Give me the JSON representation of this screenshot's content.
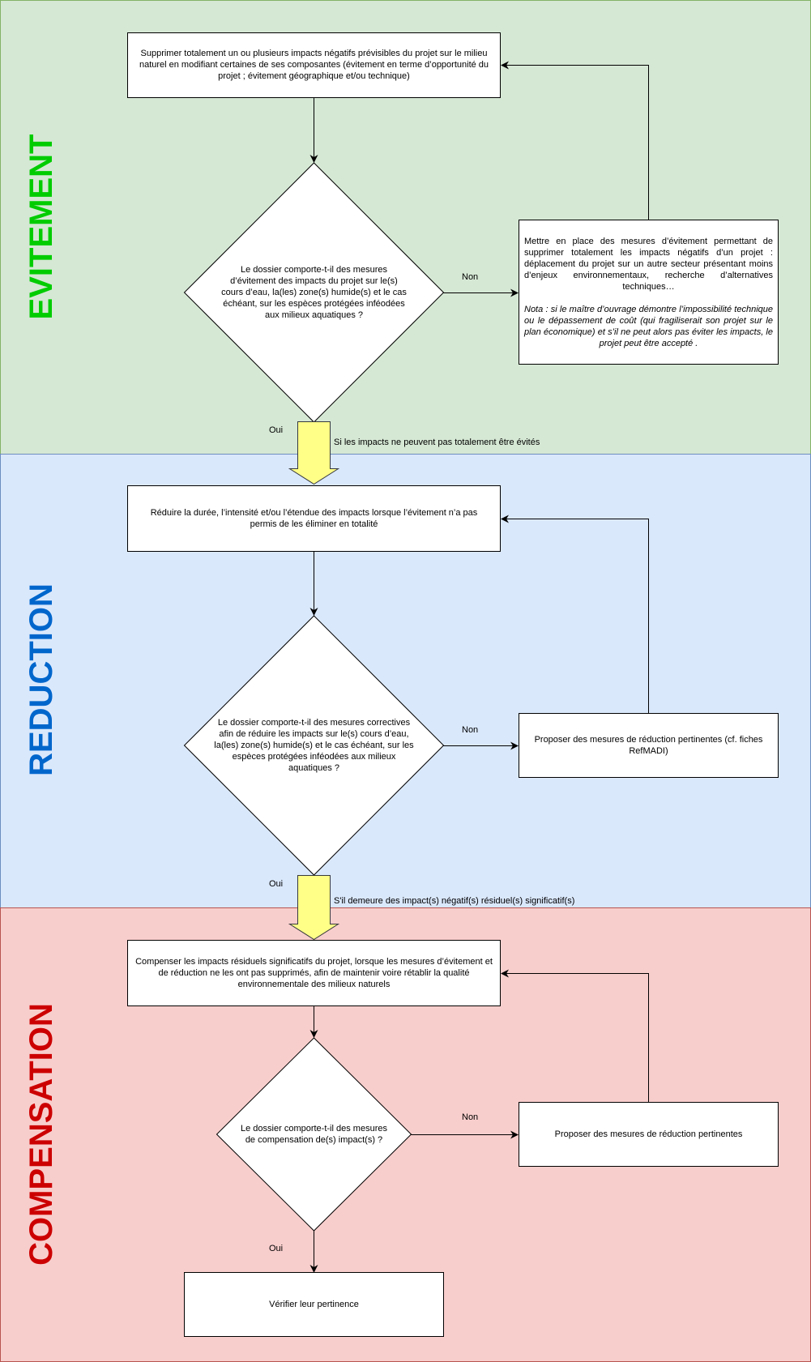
{
  "colors": {
    "evitement_bg": "#d5e8d4",
    "evitement_border": "#82b366",
    "evitement_title": "#00cc00",
    "reduction_bg": "#dae8fc",
    "reduction_border": "#6c8ebf",
    "reduction_title": "#0066cc",
    "compensation_bg": "#f8cecc",
    "compensation_border": "#b85450",
    "compensation_title": "#cc0000",
    "block_arrow_fill": "#ffff88",
    "block_arrow_stroke": "#36393d"
  },
  "lanes": {
    "evitement": {
      "title": "EVITEMENT"
    },
    "reduction": {
      "title": "REDUCTION"
    },
    "compensation": {
      "title": "COMPENSATION"
    }
  },
  "evitement": {
    "goal": "Supprimer totalement un ou plusieurs impacts négatifs prévisibles du projet sur le milieu naturel en modifiant certaines de ses composantes (évitement en terme d’opportunité du projet ; évitement géographique et/ou technique)",
    "question": "Le dossier comporte-t-il des mesures d’évitement des impacts du projet sur le(s) cours d’eau, la(les) zone(s) humide(s) et le cas échéant, sur les espèces protégées inféodées aux milieux aquatiques ?",
    "action": "Mettre en place des mesures d’évitement permettant de supprimer totalement les impacts négatifs d’un projet : déplacement du projet sur un autre secteur présentant moins d’enjeux environnementaux, recherche d’alternatives techniques…",
    "note": "Nota : si le maître d’ouvrage démontre l’impossibilité technique ou le dépassement de coût (qui fragiliserait son projet sur le plan économique) et s’il ne peut alors pas éviter les impacts, le projet peut être accepté .",
    "non_label": "Non",
    "oui_label": "Oui",
    "transition_label": "Si les impacts ne peuvent pas totalement être évités"
  },
  "reduction": {
    "goal": "Réduire la durée, l’intensité et/ou l’étendue des impacts lorsque l’évitement n’a pas permis de les éliminer en totalité",
    "question": "Le dossier comporte-t-il des mesures correctives afin de réduire les impacts sur le(s) cours d’eau, la(les) zone(s) humide(s) et le cas échéant, sur les espèces protégées inféodées aux milieux aquatiques ?",
    "action": "Proposer des mesures de réduction pertinentes (cf. fiches RefMADI)",
    "non_label": "Non",
    "oui_label": "Oui",
    "transition_label": "S'il demeure des impact(s) négatif(s) résiduel(s) significatif(s)"
  },
  "compensation": {
    "goal": "Compenser les impacts résiduels significatifs du projet, lorsque les mesures d’évitement et de réduction ne les ont pas supprimés, afin de maintenir voire rétablir la qualité environnementale des milieux naturels",
    "question": "Le dossier comporte-t-il des mesures de compensation de(s) impact(s) ?",
    "action": "Proposer des mesures de réduction pertinentes",
    "non_label": "Non",
    "oui_label": "Oui",
    "final": "Vérifier leur pertinence"
  }
}
